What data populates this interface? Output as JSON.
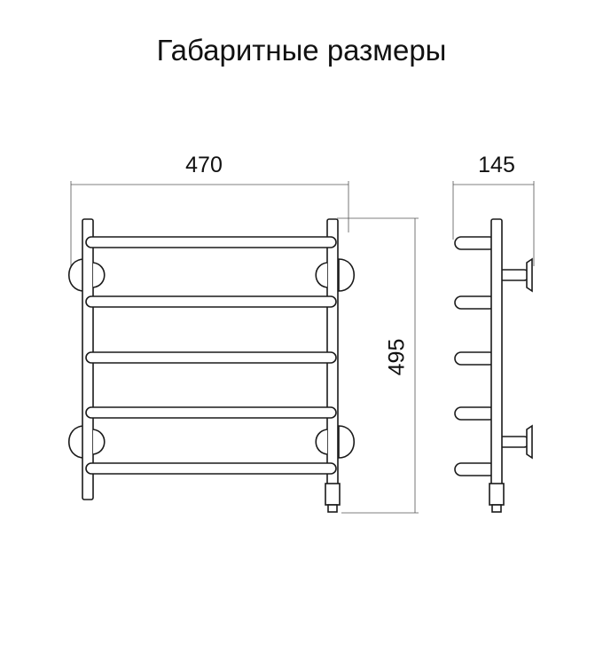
{
  "title": "Габаритные размеры",
  "dimensions": {
    "width": "470",
    "depth": "145",
    "height": "495"
  },
  "colors": {
    "line": "#1a1a1a",
    "dimension_line": "#555555",
    "background": "#ffffff"
  }
}
